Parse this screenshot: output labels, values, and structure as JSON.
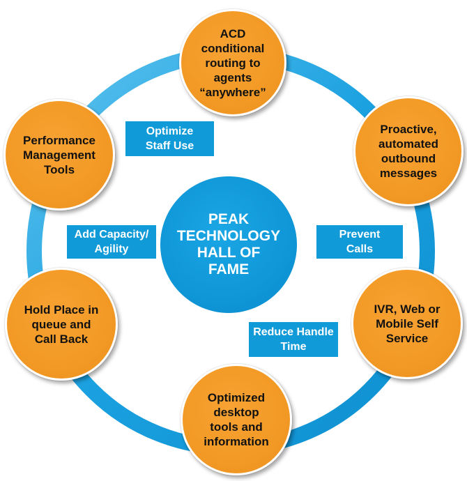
{
  "center": {
    "label": "PEAK\nTECHNOLOGY\nHALL OF\nFAME"
  },
  "nodes": [
    {
      "label": "ACD\nconditional\nrouting to\nagents\n“anywhere”"
    },
    {
      "label": "Proactive,\nautomated\noutbound\nmessages"
    },
    {
      "label": "IVR, Web or\nMobile Self\nService"
    },
    {
      "label": "Optimized\ndesktop\ntools and\ninformation"
    },
    {
      "label": "Hold Place in\nqueue and\nCall Back"
    },
    {
      "label": "Performance\nManagement\nTools"
    }
  ],
  "tags": [
    {
      "label": "Optimize\nStaff Use"
    },
    {
      "label": "Add Capacity/\nAgility"
    },
    {
      "label": "Prevent\nCalls"
    },
    {
      "label": "Reduce Handle\nTime"
    }
  ],
  "colors": {
    "node_fill": "#f39a26",
    "ring": "#1aa0e0",
    "center_fill": "#0f97d8",
    "tag_fill": "#119ad8"
  }
}
